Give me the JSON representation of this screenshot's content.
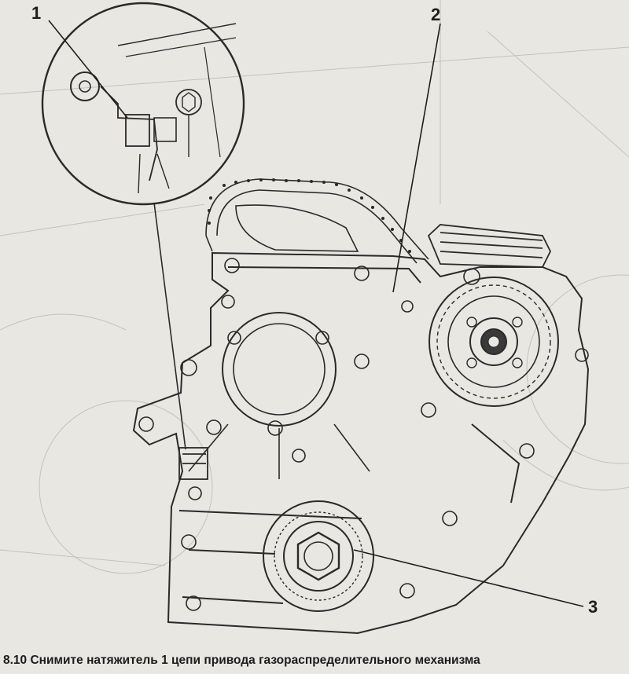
{
  "figure": {
    "callouts": {
      "c1": "1",
      "c2": "2",
      "c3": "3"
    },
    "caption": "8.10 Снимите натяжитель 1 цепи привода газораспределительного механизма",
    "colors": {
      "background": "#e9e7e2",
      "ink": "#2a2a2a",
      "faint_ink": "#b8b6b0"
    }
  }
}
